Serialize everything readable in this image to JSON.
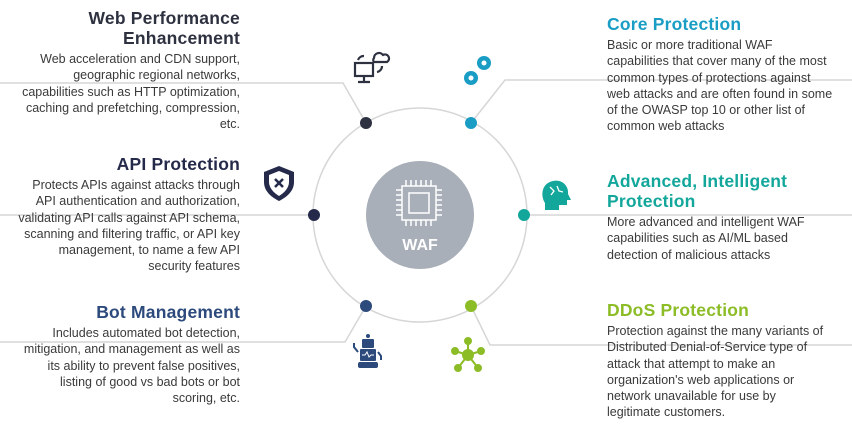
{
  "center": {
    "label": "WAF"
  },
  "colors": {
    "web": "#2e3140",
    "core": "#1a9dc4",
    "api": "#25294a",
    "advanced": "#13a79c",
    "bot": "#2c4a7c",
    "ddos": "#8cbc26",
    "hub": "#a8afb8"
  },
  "sections": {
    "web": {
      "title": [
        "Web Performance",
        "Enhancement"
      ],
      "body": [
        "Web acceleration and CDN support,",
        "geographic regional networks,",
        "capabilities such as HTTP optimization,",
        "caching and prefetching, compression,",
        "etc."
      ]
    },
    "api": {
      "title": [
        "API Protection"
      ],
      "body": [
        "Protects APIs against attacks through",
        "API authentication and authorization,",
        "validating API calls against API schema,",
        "scanning and filtering traffic, or API key",
        "management, to name a few API",
        "security features"
      ]
    },
    "bot": {
      "title": [
        "Bot Management"
      ],
      "body": [
        "Includes automated bot detection,",
        "mitigation, and management as well as",
        "its ability to prevent false positives,",
        "listing of good vs bad bots or bot",
        "scoring, etc."
      ]
    },
    "core": {
      "title": [
        "Core Protection"
      ],
      "body": [
        "Basic or more traditional WAF",
        "capabilities that cover many of the most",
        "common types of protections against",
        "web attacks and are often found in some",
        "of the OWASP top 10 or other list of",
        "common web attacks"
      ]
    },
    "advanced": {
      "title": [
        "Advanced, Intelligent",
        "Protection"
      ],
      "body": [
        "More advanced and intelligent WAF",
        "capabilities such as AI/ML based",
        "detection of malicious attacks"
      ]
    },
    "ddos": {
      "title": [
        "DDoS Protection"
      ],
      "body": [
        "Protection against the many variants of",
        "Distributed Denial-of-Service type of",
        "attack that attempt to make an",
        "organization's web applications or",
        "network unavailable for use by",
        "legitimate customers."
      ]
    }
  }
}
